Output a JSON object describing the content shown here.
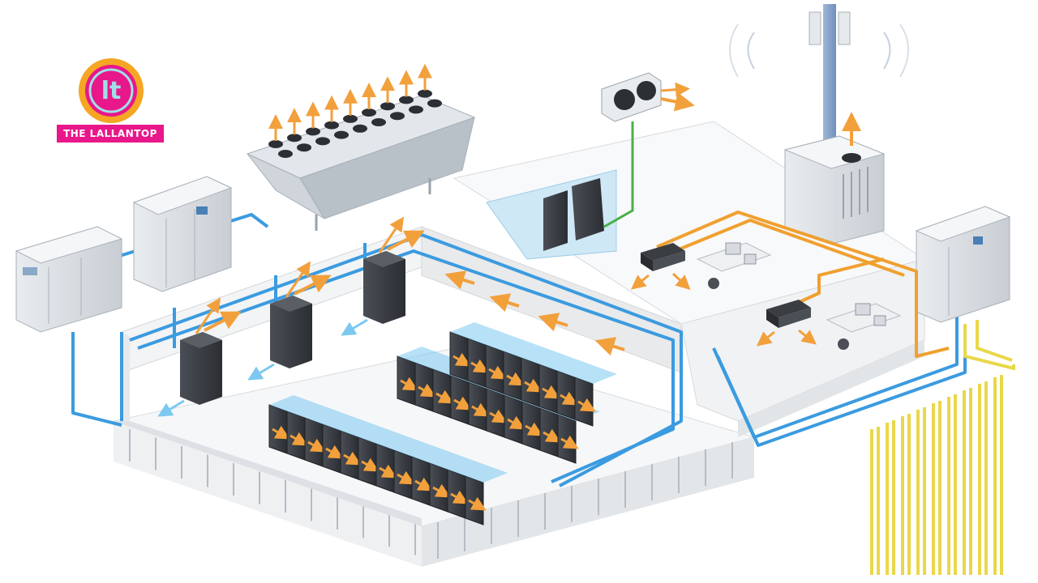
{
  "logo": {
    "text": "THE LALLANTOP",
    "monogram": "lt"
  },
  "colors": {
    "chilled_water": "#3b9be0",
    "data_line": "#f0a030",
    "network_line": "#4ab04a",
    "geothermal": "#e8d84a",
    "airflow_arrow": "#f2a03c",
    "cold_aisle": "#7cc8f0",
    "rack": "#3a3d42",
    "logo_pink": "#e8178a",
    "logo_orange": "#f5a623"
  },
  "components": [
    {
      "name": "chiller-unit-left"
    },
    {
      "name": "chiller-unit-middle"
    },
    {
      "name": "dry-cooler"
    },
    {
      "name": "wall-heat-exchanger"
    },
    {
      "name": "antenna-tower"
    },
    {
      "name": "rooftop-ac-unit"
    },
    {
      "name": "chiller-unit-right"
    },
    {
      "name": "crac-units"
    },
    {
      "name": "server-racks"
    },
    {
      "name": "office-workstations"
    },
    {
      "name": "geothermal-pipes"
    }
  ]
}
